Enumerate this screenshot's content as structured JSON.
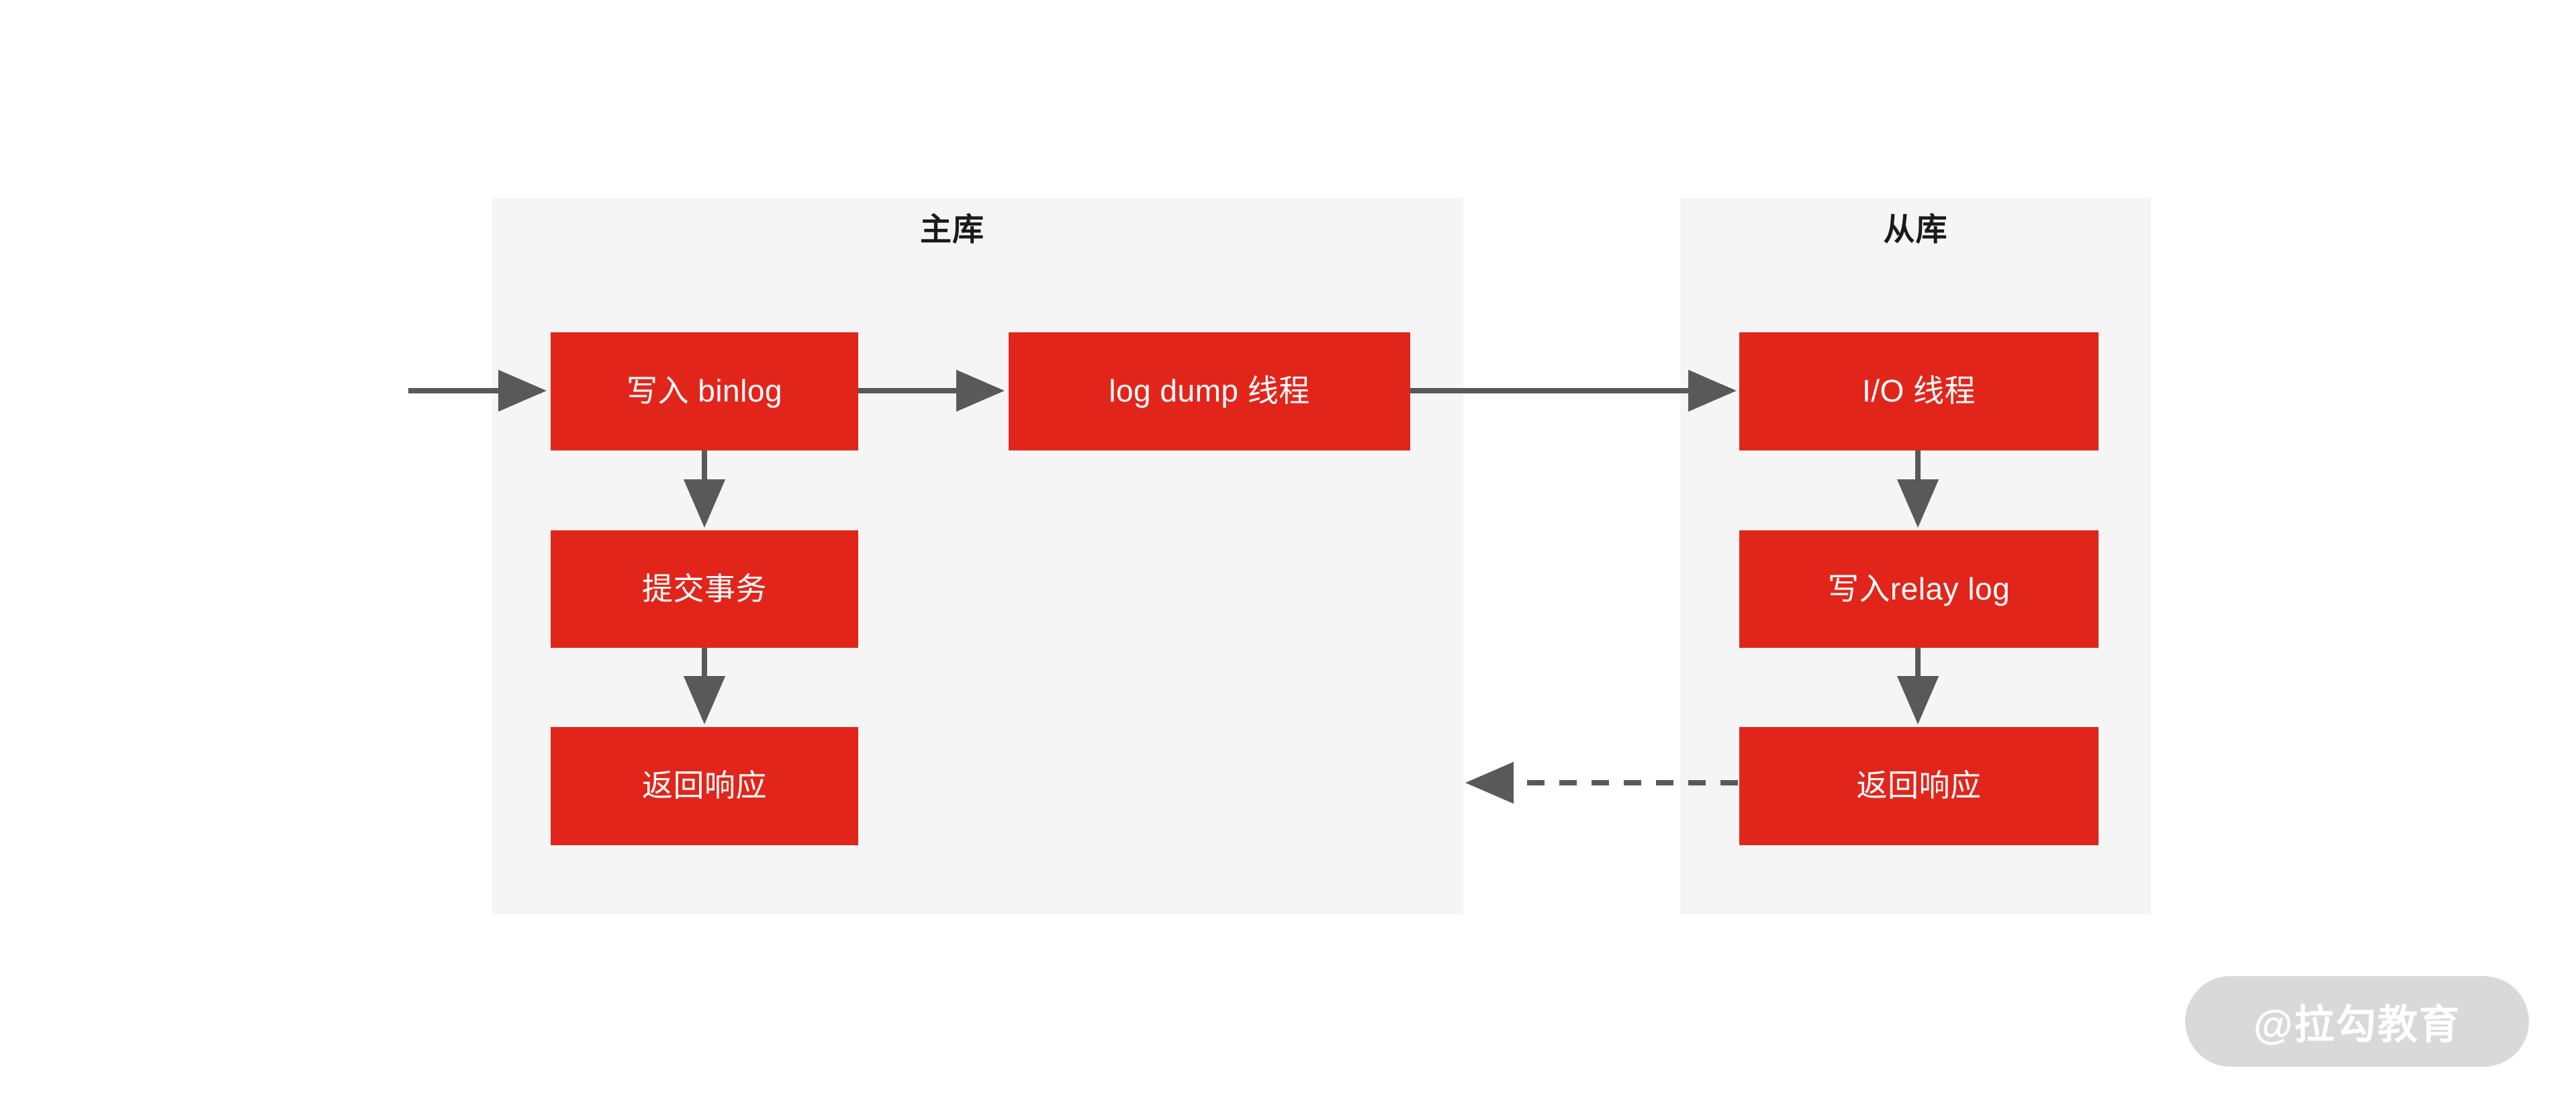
{
  "diagram": {
    "title_master": "主库",
    "title_slave": "从库",
    "colors": {
      "node_fill": "#e2251b",
      "node_text": "#ffffff",
      "panel_bg": "#f5f5f5",
      "connector": "#595959",
      "page_bg": "#ffffff",
      "watermark_pill": "#d9d9d9",
      "watermark_text": "#ffffff"
    },
    "master_panel": {
      "title": "主库",
      "nodes": [
        {
          "id": "write-binlog",
          "label": "写入 binlog"
        },
        {
          "id": "commit-tx",
          "label": "提交事务"
        },
        {
          "id": "return-response",
          "label": "返回响应"
        },
        {
          "id": "log-dump",
          "label": "log dump 线程"
        }
      ]
    },
    "slave_panel": {
      "title": "从库",
      "nodes": [
        {
          "id": "io-thread",
          "label": "I/O 线程"
        },
        {
          "id": "write-relay-log",
          "label": "写入relay log"
        },
        {
          "id": "return-response",
          "label": "返回响应"
        }
      ]
    },
    "connectors": [
      {
        "id": "inbound-to-write-binlog",
        "style": "solid",
        "direction": "right"
      },
      {
        "id": "write-binlog-to-log-dump",
        "style": "solid",
        "direction": "right"
      },
      {
        "id": "write-binlog-to-commit-tx",
        "style": "solid",
        "direction": "down"
      },
      {
        "id": "commit-tx-to-return-response",
        "style": "solid",
        "direction": "down"
      },
      {
        "id": "log-dump-to-io-thread",
        "style": "solid",
        "direction": "right"
      },
      {
        "id": "io-thread-to-write-relay-log",
        "style": "solid",
        "direction": "down"
      },
      {
        "id": "write-relay-log-to-return-response",
        "style": "solid",
        "direction": "down"
      },
      {
        "id": "slave-response-to-master",
        "style": "dashed",
        "direction": "left"
      }
    ]
  },
  "watermark": {
    "text": "@拉勾教育"
  }
}
